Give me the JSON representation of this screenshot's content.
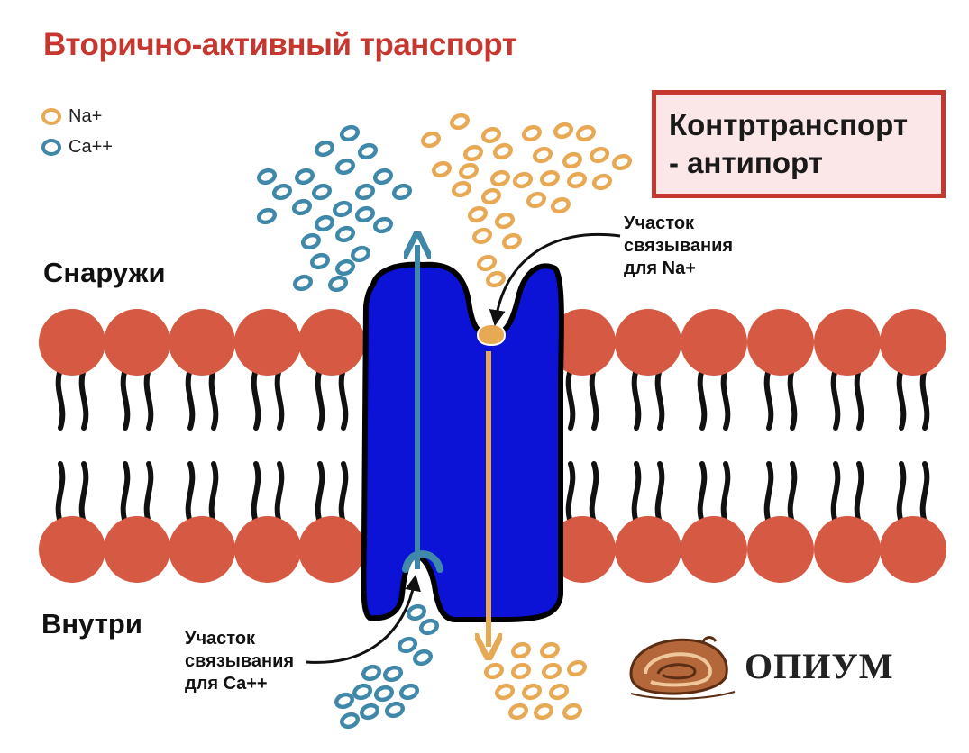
{
  "title": "Вторично-активный транспорт",
  "legend": [
    {
      "label": "Na+",
      "color": "#e8a955"
    },
    {
      "label": "Ca++",
      "color": "#3f88aa"
    }
  ],
  "labels": {
    "outside": "Снаружи",
    "inside": "Внутри"
  },
  "box": {
    "line1": "Контртранспорт",
    "line2": "- антипорт"
  },
  "annotations": {
    "na_site": [
      "Участок",
      "связывания",
      "для Na+"
    ],
    "ca_site": [
      "Участок",
      "связывания",
      "для Ca++"
    ]
  },
  "brand": "ОПИУМ",
  "colors": {
    "title": "#c6382f",
    "lipid_head": "#d65a43",
    "protein": "#0c12d6",
    "na_ion": "#e8a955",
    "ca_ion": "#3f88aa",
    "box_border": "#c6382f",
    "box_fill": "#fbe7e8"
  }
}
